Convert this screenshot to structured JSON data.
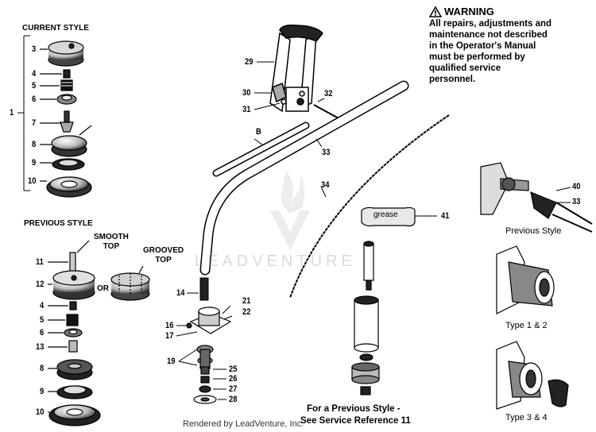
{
  "warning": {
    "title": "WARNING",
    "text": "All repairs, adjustments and\nmaintenance not described\nin the Operator's Manual\nmust be performed by\nqualified service\npersonnel."
  },
  "sections": {
    "current_style": "CURRENT STYLE",
    "previous_style": "PREVIOUS STYLE",
    "smooth_top": "SMOOTH\nTOP",
    "grooved_top": "GROOVED\nTOP",
    "or": "OR"
  },
  "labels": {
    "n1": "1",
    "n3": "3",
    "n4a": "4",
    "n5a": "5",
    "n6a": "6",
    "n7": "7",
    "n8a": "8",
    "n9a": "9",
    "n10a": "10",
    "n11": "11",
    "n12": "12",
    "n4b": "4",
    "n5b": "5",
    "n6b": "6",
    "n13": "13",
    "n8b": "8",
    "n9b": "9",
    "n10b": "10",
    "n29": "29",
    "n30": "30",
    "n31": "31",
    "n32": "32",
    "nB": "B",
    "n33a": "33",
    "n34": "34",
    "n14": "14",
    "n16": "16",
    "n17": "17",
    "n19": "19",
    "n21": "21",
    "n22": "22",
    "n25": "25",
    "n26": "26",
    "n27": "27",
    "n28": "28",
    "n40": "40",
    "n33b": "33",
    "n41": "41"
  },
  "grease_label": "grease",
  "captions": {
    "previous_style": "Previous Style",
    "type12": "Type 1 & 2",
    "type34": "Type 3 & 4"
  },
  "footer": {
    "line1": "For a Previous Style -",
    "line2": "See Service Reference 11",
    "rendered_by": "Rendered by LeadVenture, Inc."
  },
  "watermark": "LEADVENTURE"
}
